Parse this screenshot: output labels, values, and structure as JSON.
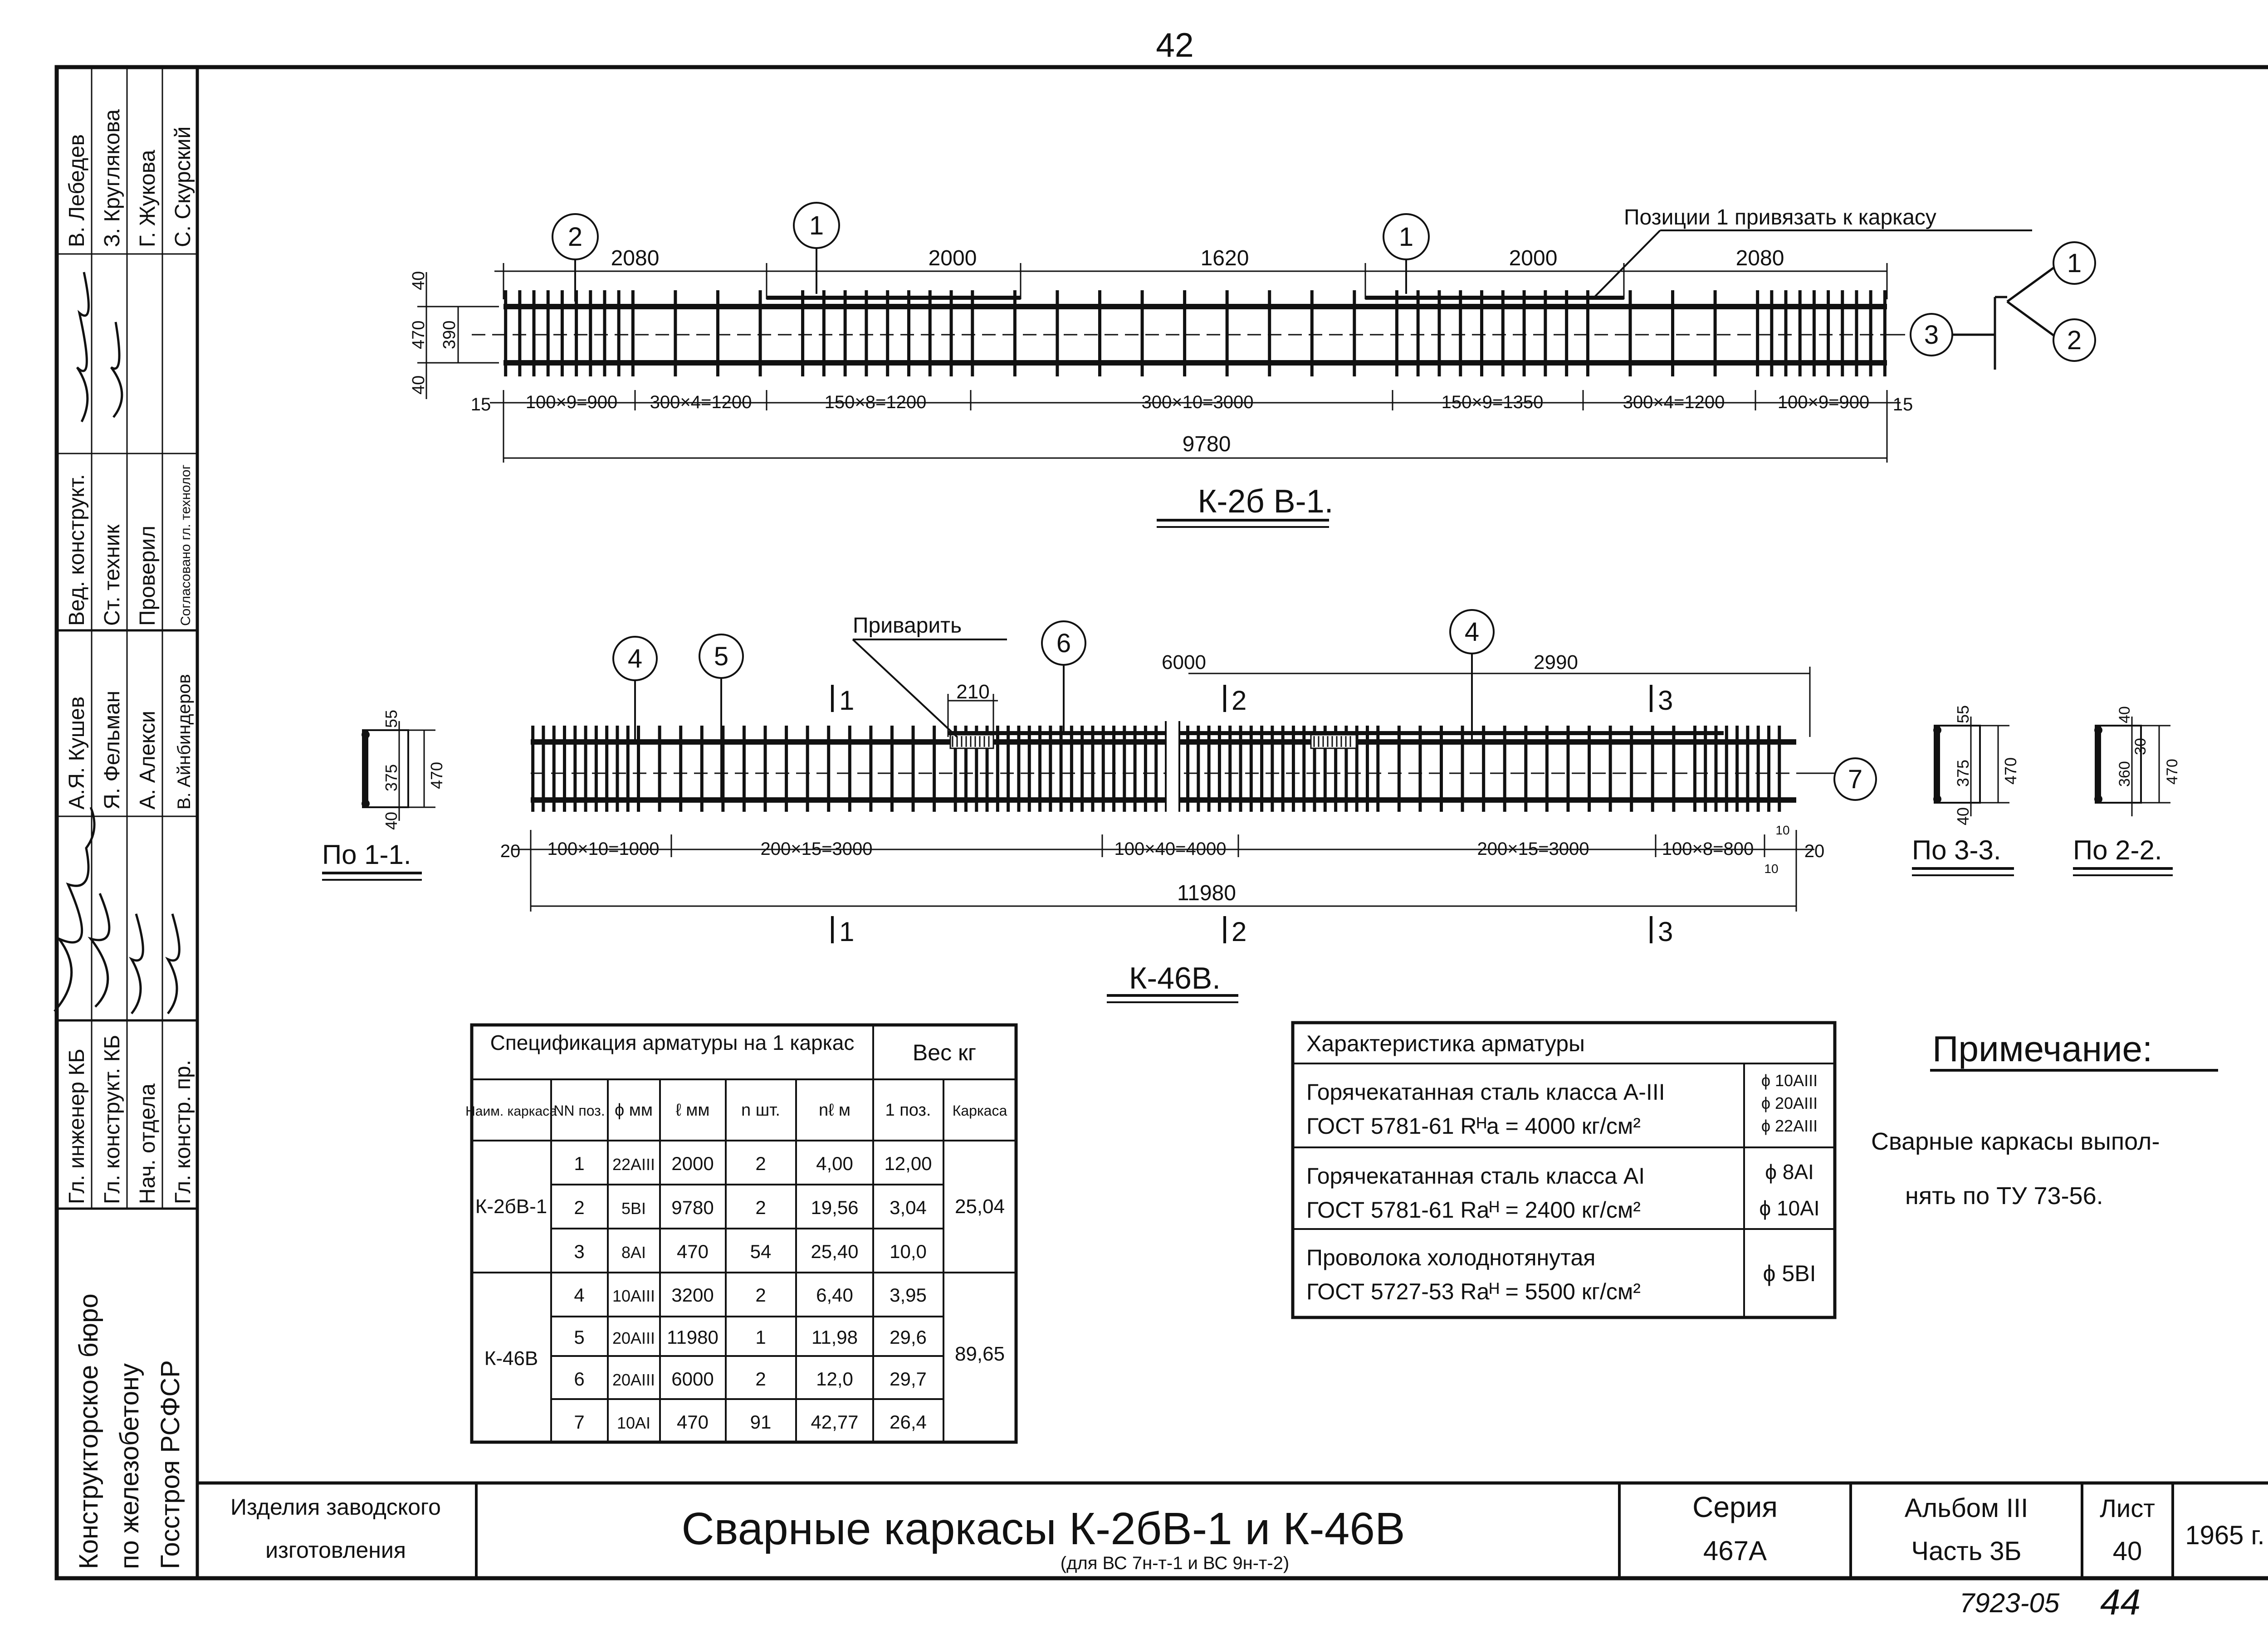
{
  "page_number": "42",
  "stamp_number": "7923-05",
  "handwritten_number": "44",
  "left_stamp": {
    "signers_top": [
      "В. Лебедев",
      "З. Круглякова",
      "Г. Жукова",
      "С. Скурский"
    ],
    "roles_top": [
      "Вед. конструкт.",
      "Ст. техник",
      "Проверил",
      "Согласовано гл. технолог"
    ],
    "signers_bottom": [
      "А.Я. Кушев",
      "Я. Фельман",
      "А. Алекси",
      "В. Айнбиндеров"
    ],
    "roles_bottom": [
      "Гл. инженер КБ",
      "Гл. конструкт. КБ",
      "Нач. отдела",
      "Гл. констр. пр."
    ],
    "bureau": [
      "Конструкторское бюро",
      "по железобетону",
      "Госстроя РСФСР"
    ]
  },
  "drawing_1": {
    "title": "К-2б В-1.",
    "note": "Позиции 1 привязать к каркасу",
    "pos_top": [
      "2",
      "1",
      "1"
    ],
    "pos_side": "3",
    "pos_section": [
      "1",
      "2"
    ],
    "top_dims": [
      "2080",
      "2000",
      "1620",
      "2000",
      "2080"
    ],
    "left_dims": [
      "40",
      "470",
      "390",
      "40"
    ],
    "end_dim": "15",
    "spacing": [
      "100×9=900",
      "300×4=1200",
      "150×8=1200",
      "300×10=3000",
      "150×9=1350",
      "300×4=1200",
      "100×9=900"
    ],
    "total": "9780"
  },
  "drawing_2": {
    "title": "К-46В.",
    "weld_label": "Приварить",
    "pos_labels": [
      "4",
      "5",
      "6",
      "4"
    ],
    "pos_side": "7",
    "top_dims": [
      "210",
      "6000",
      "2990"
    ],
    "cuts": [
      "1",
      "2",
      "3"
    ],
    "end_dim": "20",
    "spacing": [
      "100×10=1000",
      "200×15=3000",
      "100×40=4000",
      "200×15=3000",
      "100×8=800"
    ],
    "small_dims": [
      "10",
      "10"
    ],
    "total": "11980"
  },
  "sections": {
    "s11": {
      "label": "По 1-1.",
      "dims": [
        "55",
        "375",
        "470",
        "40"
      ]
    },
    "s33": {
      "label": "По 3-3.",
      "dims": [
        "55",
        "375",
        "470",
        "40"
      ]
    },
    "s22": {
      "label": "По 2-2.",
      "dims": [
        "40",
        "360",
        "30",
        "470"
      ]
    }
  },
  "spec_table": {
    "title": "Спецификация арматуры на 1 каркас",
    "weight_header": "Вес кг",
    "headers": [
      "Наим. каркаса",
      "NN поз.",
      "ϕ мм",
      "ℓ мм",
      "n шт.",
      "nℓ м",
      "1 поз.",
      "Каркаса"
    ],
    "rows": [
      [
        "1",
        "22АIII",
        "2000",
        "2",
        "4,00",
        "12,00"
      ],
      [
        "2",
        "5ВI",
        "9780",
        "2",
        "19,56",
        "3,04"
      ],
      [
        "3",
        "8АI",
        "470",
        "54",
        "25,40",
        "10,0"
      ],
      [
        "4",
        "10АIII",
        "3200",
        "2",
        "6,40",
        "3,95"
      ],
      [
        "5",
        "20АIII",
        "11980",
        "1",
        "11,98",
        "29,6"
      ],
      [
        "6",
        "20АIII",
        "6000",
        "2",
        "12,0",
        "29,7"
      ],
      [
        "7",
        "10АI",
        "470",
        "91",
        "42,77",
        "26,4"
      ]
    ],
    "groups": [
      {
        "name": "К-2бВ-1",
        "total": "25,04"
      },
      {
        "name": "К-46В",
        "total": "89,65"
      }
    ]
  },
  "char_table": {
    "title": "Характеристика арматуры",
    "rows": [
      {
        "lines": [
          "Горячекатанная сталь класса А-III",
          "ГОСТ 5781-61  Rᴴа = 4000 кг/см²"
        ],
        "sizes": [
          "ϕ 10АIII",
          "ϕ 20АIII",
          "ϕ 22АIII"
        ]
      },
      {
        "lines": [
          "Горячекатанная сталь класса АI",
          "ГОСТ 5781-61  Rаᴴ = 2400 кг/см²"
        ],
        "sizes": [
          "ϕ 8АI",
          "ϕ 10АI"
        ]
      },
      {
        "lines": [
          "Проволока холоднотянутая",
          "ГОСТ 5727-53  Rаᴴ = 5500 кг/см²"
        ],
        "sizes": [
          "ϕ 5ВI"
        ]
      }
    ]
  },
  "note": {
    "title": "Примечание:",
    "lines": [
      "Сварные каркасы выпол-",
      "нять по    ТУ 73-56."
    ]
  },
  "title_block": {
    "product": [
      "Изделия заводского",
      "изготовления"
    ],
    "title": "Сварные  каркасы   К-2бВ-1  и  К-46В",
    "subtitle": "(для ВС 7н-т-1 и ВС 9н-т-2)",
    "series_label": "Серия",
    "series": "467А",
    "album": "Альбом III",
    "part": "Часть 3Б",
    "sheet_label": "Лист",
    "sheet": "40",
    "year": "1965 г."
  }
}
